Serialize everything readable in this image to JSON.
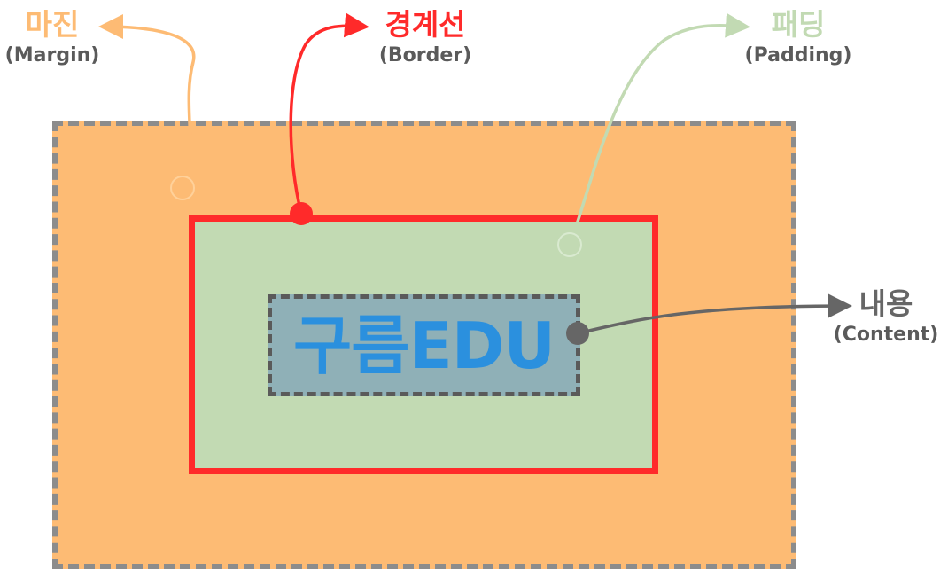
{
  "labels": {
    "margin": {
      "ko": "마진",
      "en": "(Margin)"
    },
    "border": {
      "ko": "경계선",
      "en": "(Border)"
    },
    "padding": {
      "ko": "패딩",
      "en": "(Padding)"
    },
    "content": {
      "ko": "내용",
      "en": "(Content)"
    }
  },
  "content_text": "구름EDU",
  "colors": {
    "margin": "#fdbb74",
    "border": "#ff2a2a",
    "padding": "#c2dab3",
    "content_bg": "#8fb0b7",
    "content_text": "#2b90de",
    "dash_outline": "#8c8c8c",
    "content_pointer": "#666666"
  }
}
